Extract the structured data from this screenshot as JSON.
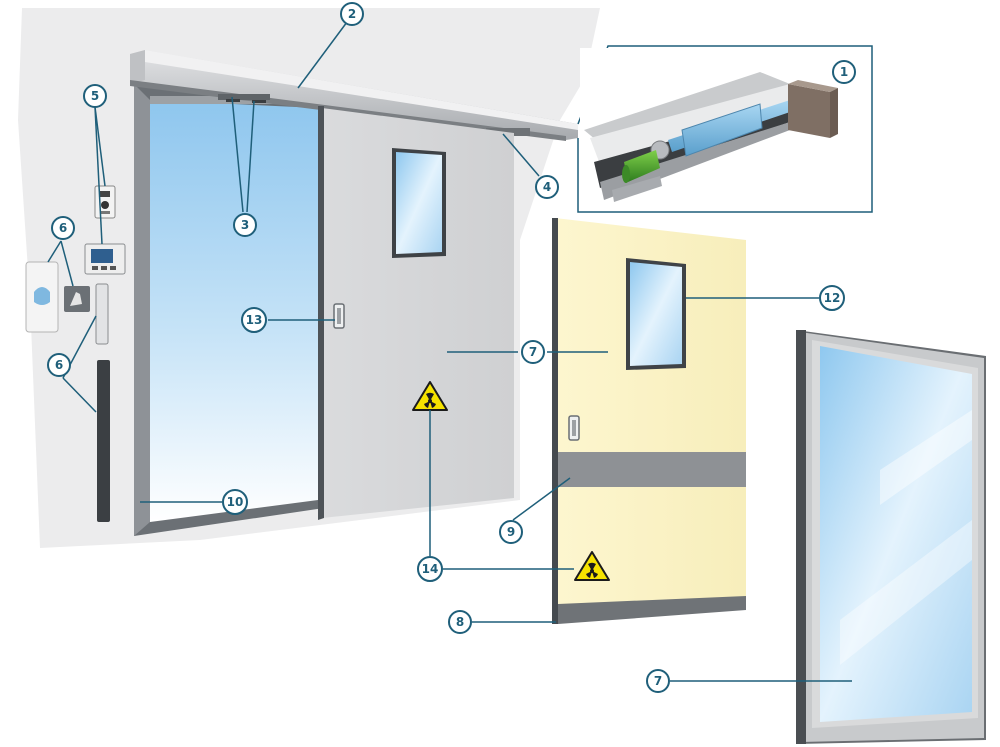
{
  "colors": {
    "accent": "#1f5f7a",
    "wall": "#eceded",
    "door_grey": "#d7d8da",
    "door_yellow": "#fbf4c8",
    "frame": "#5a5e63",
    "glass_top": "#8cc4ec",
    "warning_yellow": "#f6e300"
  },
  "callouts": [
    {
      "id": "c1",
      "label": "1"
    },
    {
      "id": "c2",
      "label": "2"
    },
    {
      "id": "c3",
      "label": "3"
    },
    {
      "id": "c4",
      "label": "4"
    },
    {
      "id": "c5",
      "label": "5"
    },
    {
      "id": "c6a",
      "label": "6"
    },
    {
      "id": "c6b",
      "label": "6"
    },
    {
      "id": "c7a",
      "label": "7"
    },
    {
      "id": "c7b",
      "label": "7"
    },
    {
      "id": "c8",
      "label": "8"
    },
    {
      "id": "c9",
      "label": "9"
    },
    {
      "id": "c10",
      "label": "10"
    },
    {
      "id": "c12",
      "label": "12"
    },
    {
      "id": "c13",
      "label": "13"
    },
    {
      "id": "c14",
      "label": "14"
    }
  ],
  "icons": [
    "radiation-warning-icon",
    "hand-sensor-icon",
    "keypad-icon",
    "display-panel-icon"
  ]
}
